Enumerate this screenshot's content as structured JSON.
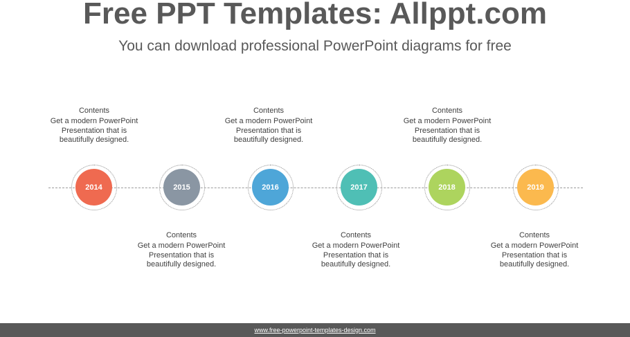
{
  "header": {
    "title": "Free PPT Templates: Allppt.com",
    "subtitle": "You can download professional PowerPoint diagrams for free"
  },
  "timeline": {
    "items": [
      {
        "year": "2014",
        "color": "#EF6A50",
        "heading": "Contents",
        "body": "Get a modern PowerPoint\nPresentation that is\nbeautifully designed.",
        "position": "above"
      },
      {
        "year": "2015",
        "color": "#8A96A3",
        "heading": "Contents",
        "body": "Get a modern PowerPoint\nPresentation that is\nbeautifully designed.",
        "position": "below"
      },
      {
        "year": "2016",
        "color": "#4EA6D8",
        "heading": "Contents",
        "body": "Get a modern PowerPoint\nPresentation that is\nbeautifully designed.",
        "position": "above"
      },
      {
        "year": "2017",
        "color": "#4FBFB5",
        "heading": "Contents",
        "body": "Get a modern PowerPoint\nPresentation that is\nbeautifully designed.",
        "position": "below"
      },
      {
        "year": "2018",
        "color": "#ADD45E",
        "heading": "Contents",
        "body": "Get a modern PowerPoint\nPresentation that is\nbeautifully designed.",
        "position": "above"
      },
      {
        "year": "2019",
        "color": "#FBB94E",
        "heading": "Contents",
        "body": "Get a modern PowerPoint\nPresentation that is\nbeautifully designed.",
        "position": "below"
      }
    ]
  },
  "footer": {
    "link_text": "www.free-powerpoint-templates-design.com"
  }
}
